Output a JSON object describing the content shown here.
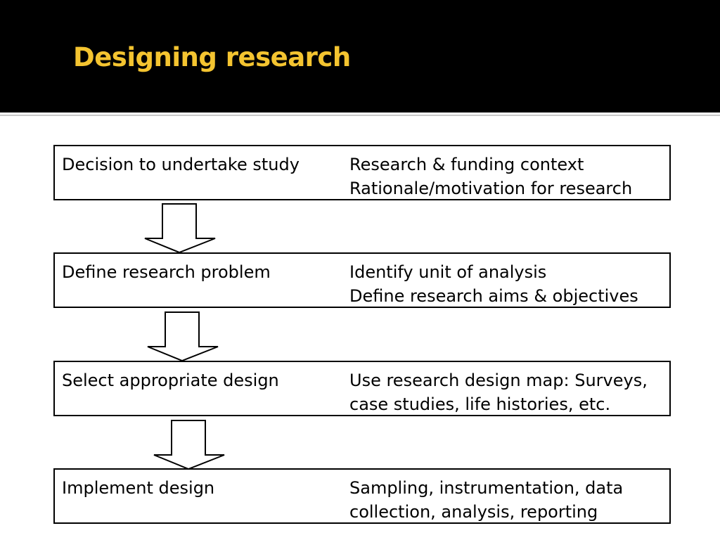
{
  "slide": {
    "title": "Designing research",
    "title_color": "#f4c430",
    "header_background": "#000000"
  },
  "steps": [
    {
      "label": "Decision to undertake study",
      "details": [
        "Research & funding context",
        "Rationale/motivation for research"
      ]
    },
    {
      "label": "Define research problem",
      "details": [
        "Identify unit of analysis",
        "Define research aims & objectives"
      ]
    },
    {
      "label": "Select appropriate design",
      "details": [
        "Use research design map: Surveys,",
        "case studies, life histories, etc."
      ]
    },
    {
      "label": "Implement design",
      "details": [
        "Sampling, instrumentation, data",
        "collection, analysis, reporting"
      ]
    }
  ],
  "connectors": [
    "down-arrow-icon",
    "down-arrow-icon",
    "down-arrow-icon"
  ]
}
